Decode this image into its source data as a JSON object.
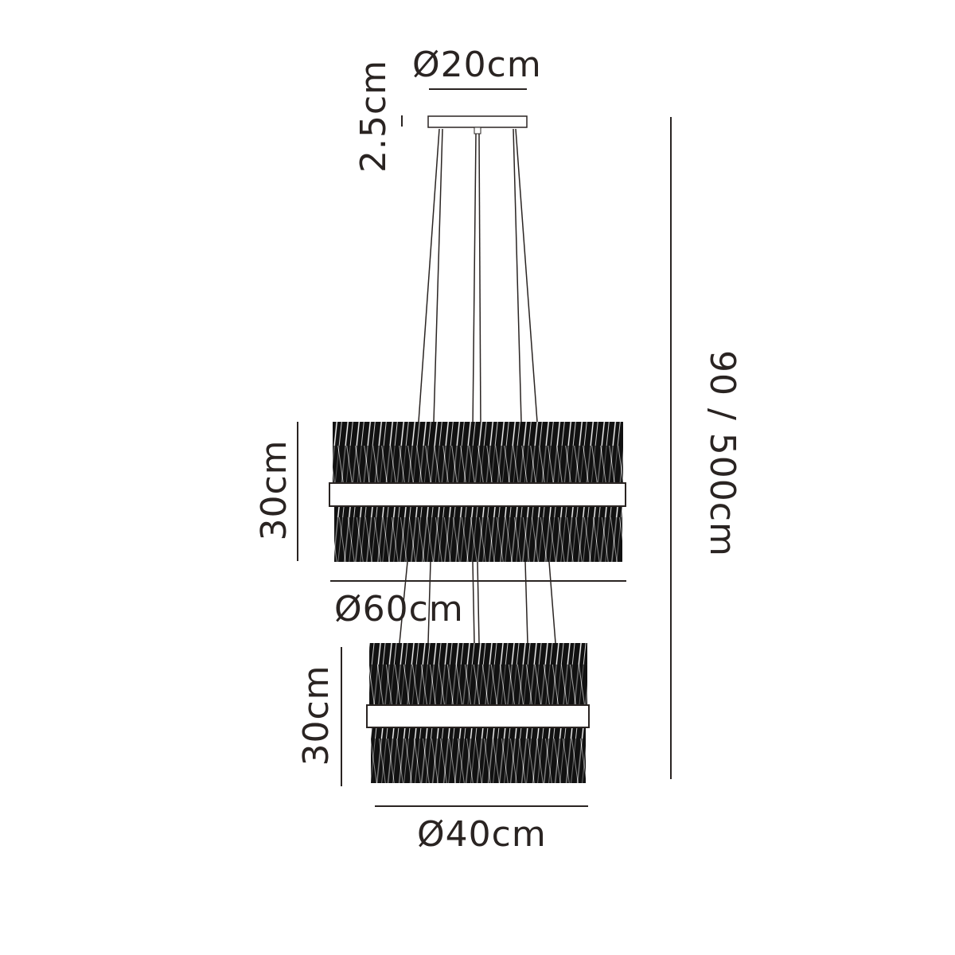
{
  "diagram": {
    "type": "technical-dimension-drawing",
    "subject": "two-tier crystal rod pendant chandelier",
    "colors": {
      "ink": "#2a2422",
      "crystal": "#111111",
      "background": "#ffffff"
    },
    "dimensions": {
      "canopy_diameter": "Ø20cm",
      "canopy_height": "2.5cm",
      "upper_tier_height": "30cm",
      "upper_tier_diameter": "Ø60cm",
      "lower_tier_height": "30cm",
      "lower_tier_diameter": "Ø40cm",
      "overall_drop": "90 / 500cm"
    }
  }
}
